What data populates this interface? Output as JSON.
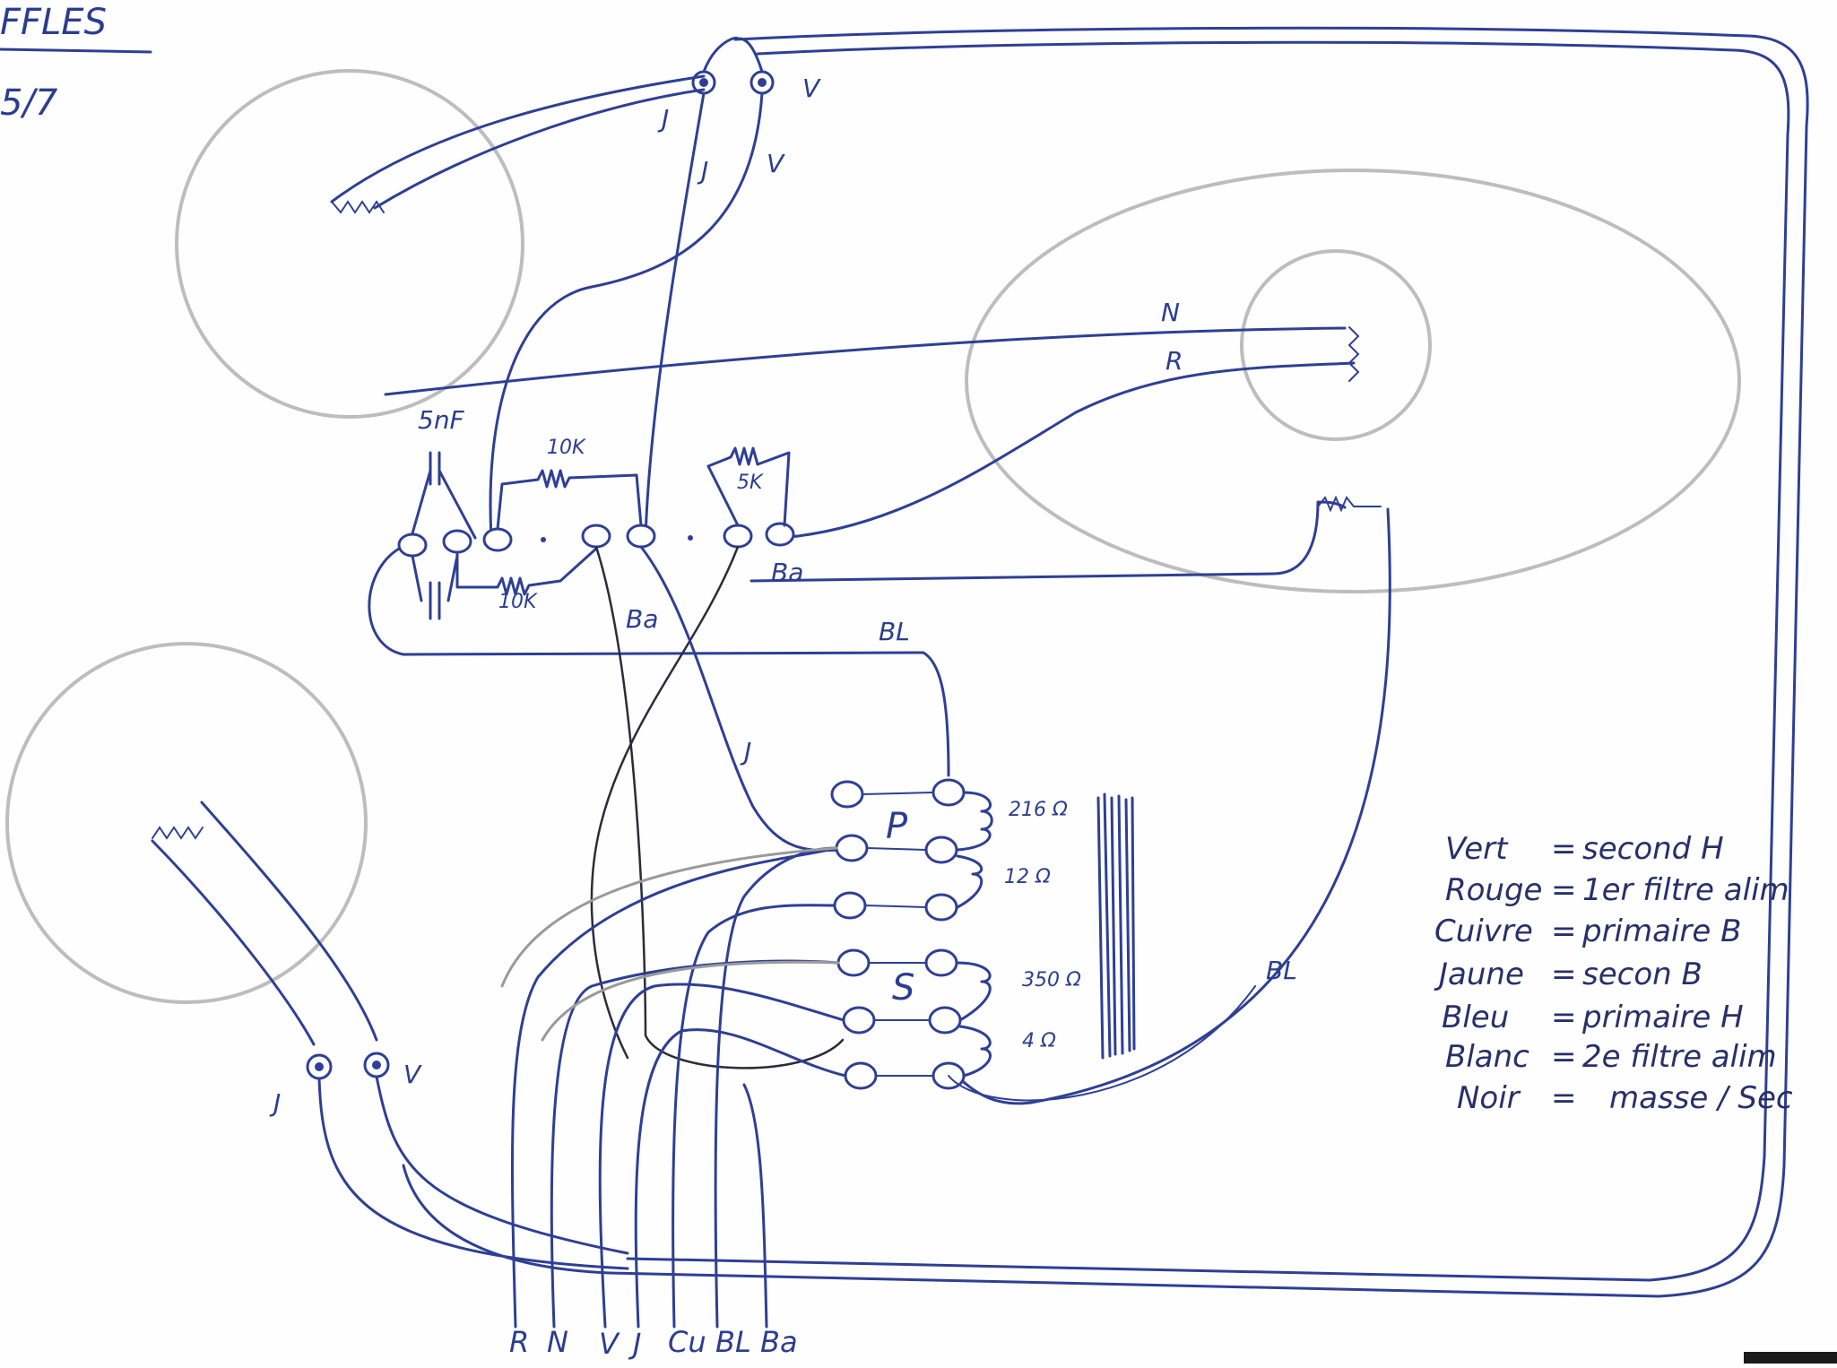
{
  "header": {
    "title_fragment": "FFLES",
    "subtitle_fragment": "5/7"
  },
  "wire_labels": {
    "top_jack_left": "J",
    "top_jack_right": "V",
    "top_wire_left": "J",
    "top_wire_right": "V",
    "speaker_n": "N",
    "speaker_r": "R",
    "bottom_jack_left": "J",
    "bottom_jack_right": "V",
    "ba_right": "Ba",
    "ba_center": "Ba",
    "bl_top": "BL",
    "j_mid": "J",
    "bl_right": "BL"
  },
  "components": {
    "capacitor": "5nF",
    "resistor_top": "10K",
    "resistor_bottom": "10K",
    "resistor_right": "5K"
  },
  "transformer": {
    "primary_label": "P",
    "secondary_label": "S",
    "windings": [
      "216 Ω",
      "12 Ω",
      "350 Ω",
      "4 Ω"
    ]
  },
  "legend": [
    {
      "color": "Vert",
      "meaning": "second H"
    },
    {
      "color": "Rouge",
      "meaning": "1er filtre alim"
    },
    {
      "color": "Cuivre",
      "meaning": "primaire B"
    },
    {
      "color": "Jaune",
      "meaning": "secon B"
    },
    {
      "color": "Bleu",
      "meaning": "primaire H"
    },
    {
      "color": "Blanc",
      "meaning": "2e filtre alim"
    },
    {
      "color": "Noir",
      "meaning": "masse / Sec"
    }
  ],
  "bottom_leads": [
    "R",
    "N",
    "V",
    "J",
    "Cu",
    "BL",
    "Ba"
  ],
  "colors": {
    "ink": "#2e3f95",
    "pencil_gray": "#bdbdbd",
    "black_wire": "#2b2b3a"
  }
}
